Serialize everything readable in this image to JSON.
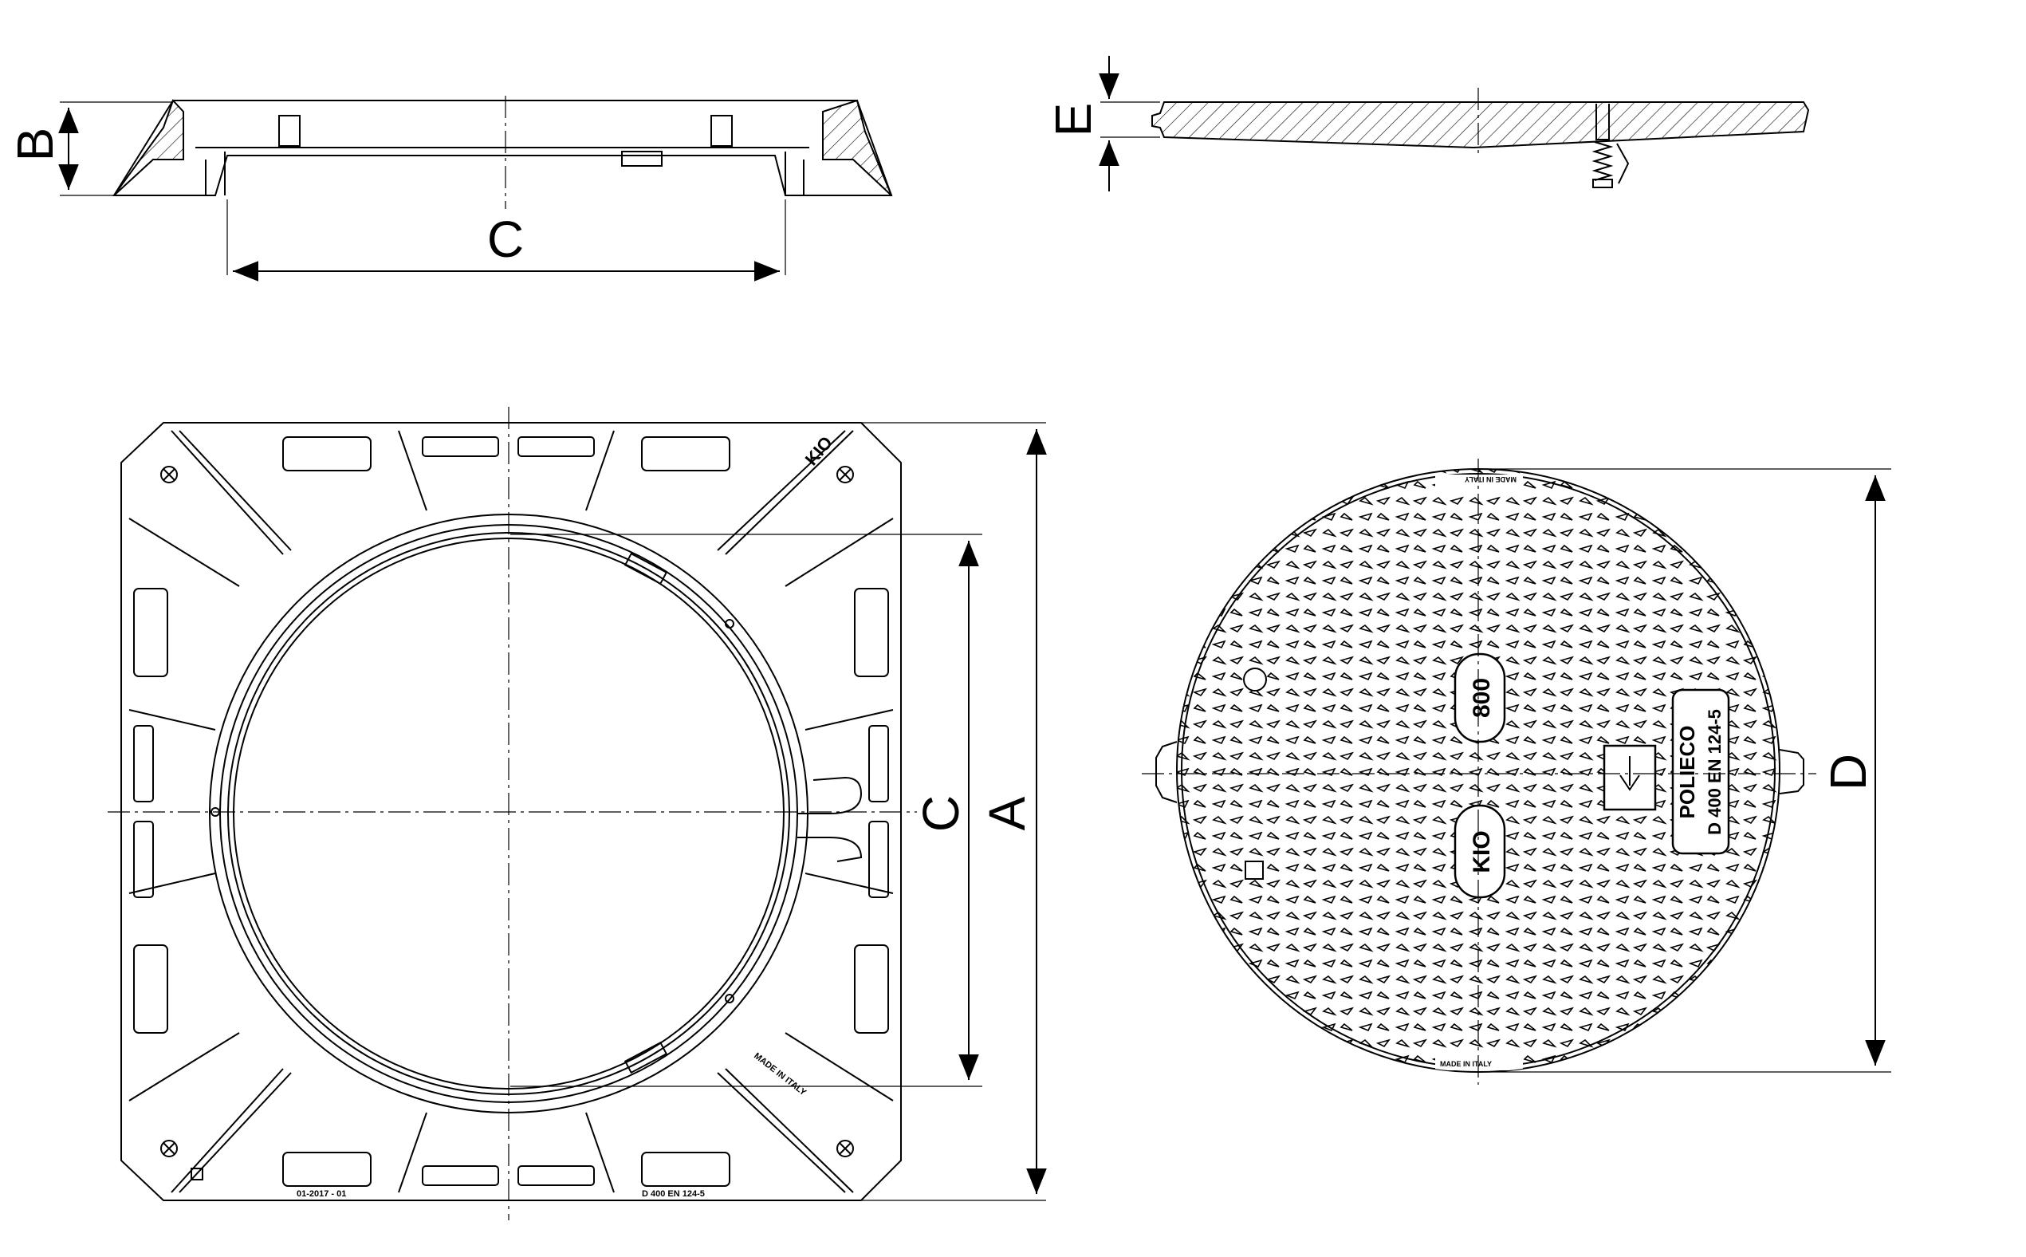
{
  "colors": {
    "line": "#000000",
    "background": "#ffffff"
  },
  "dimensions": {
    "A": "A",
    "B": "B",
    "C_top": "C",
    "C_plan": "C",
    "D": "D",
    "E": "E"
  },
  "frame_marks": {
    "date_code": "01-2017  -  01",
    "standard": "D 400    EN 124-5",
    "made_in_italy": "MADE IN ITALY",
    "logo": "KIO"
  },
  "cover_marks": {
    "made_in_italy_top": "MADE IN ITALY",
    "made_in_italy_bottom": "MADE IN ITALY",
    "size": "800",
    "logo": "KIO",
    "brand": "POLIECO",
    "standard": "D 400 EN 124-5"
  }
}
